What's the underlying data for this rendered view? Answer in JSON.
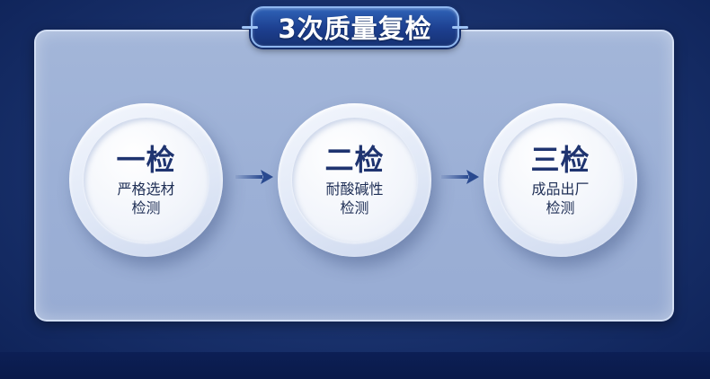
{
  "title": "3次质量复检",
  "steps": [
    {
      "title": "一检",
      "line1": "严格选材",
      "line2": "检测"
    },
    {
      "title": "二检",
      "line1": "耐酸碱性",
      "line2": "检测"
    },
    {
      "title": "三检",
      "line1": "成品出厂",
      "line2": "检测"
    }
  ],
  "colors": {
    "background": "#1b3470",
    "panel": "#9cb0d6",
    "title_pill": "#1d3f8f",
    "step_title": "#1f3470",
    "arrow": "#2a4a90"
  },
  "icons": [
    "arrow-right-icon",
    "arrow-right-icon"
  ]
}
